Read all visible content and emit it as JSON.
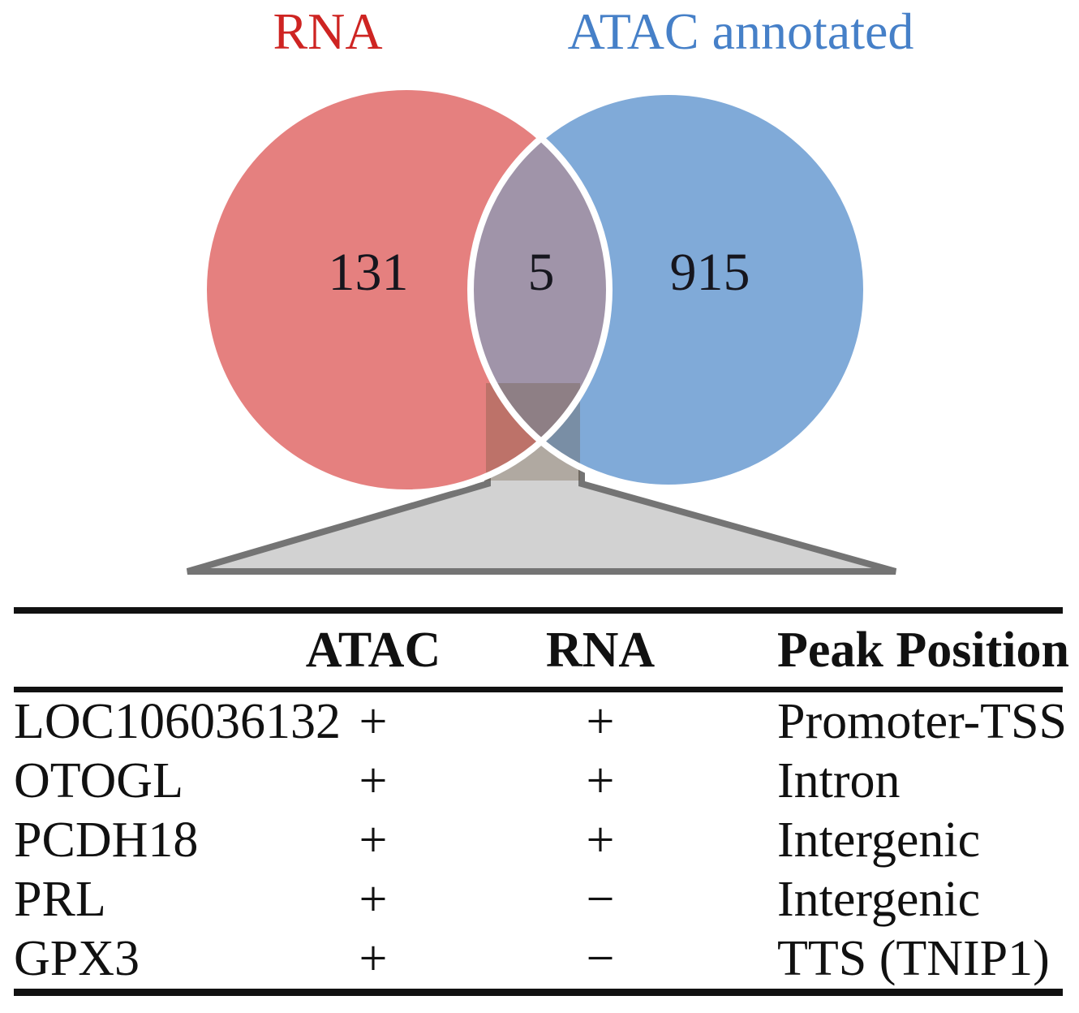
{
  "venn": {
    "left_label": "RNA",
    "right_label": "ATAC annotated",
    "left_count": "131",
    "overlap_count": "5",
    "right_count": "915"
  },
  "colors": {
    "rna_circle": "#E5807F",
    "atac_circle": "#80AAD8",
    "overlap_fill": "#A094A9",
    "rna_label_text": "#CE2422",
    "atac_label_text": "#4680C8",
    "count_text": "#16161E",
    "callout_fill": "#D2D2D2",
    "callout_border": "#747474",
    "circle_outline": "#FFFFFF",
    "table_rule": "#111111"
  },
  "table": {
    "columns": [
      "",
      "ATAC",
      "RNA",
      "Peak Position"
    ],
    "rows": [
      {
        "gene": "LOC106036132",
        "atac": "+",
        "rna": "+",
        "position": "Promoter-TSS"
      },
      {
        "gene": "OTOGL",
        "atac": "+",
        "rna": "+",
        "position": "Intron"
      },
      {
        "gene": "PCDH18",
        "atac": "+",
        "rna": "+",
        "position": "Intergenic"
      },
      {
        "gene": "PRL",
        "atac": "+",
        "rna": "−",
        "position": "Intergenic"
      },
      {
        "gene": "GPX3",
        "atac": "+",
        "rna": "−",
        "position": "TTS (TNIP1)"
      }
    ]
  }
}
